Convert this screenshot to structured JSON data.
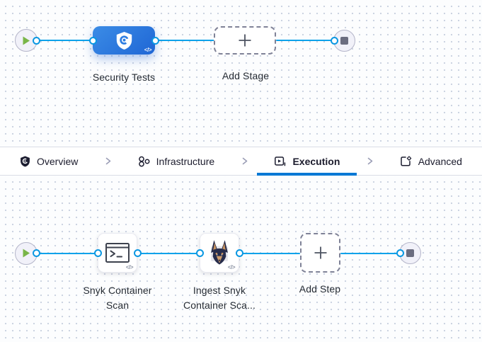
{
  "stage_canvas": {
    "stage_label": "Security Tests",
    "add_stage_label": "Add Stage",
    "code_badge": "</>"
  },
  "tabbar": {
    "tabs": [
      {
        "label": "Overview",
        "icon": "shield-icon",
        "active": false
      },
      {
        "label": "Infrastructure",
        "icon": "infrastructure-icon",
        "active": false
      },
      {
        "label": "Execution",
        "icon": "execution-icon",
        "active": true
      },
      {
        "label": "Advanced",
        "icon": "advanced-icon",
        "active": false
      }
    ]
  },
  "execution_canvas": {
    "steps": [
      {
        "label_lines": [
          "Snyk Container",
          "Scan"
        ],
        "icon": "terminal-icon",
        "code_badge": "</>"
      },
      {
        "label_lines": [
          "Ingest Snyk",
          "Container Sca..."
        ],
        "icon": "snyk-doberman-icon",
        "code_badge": "</>"
      }
    ],
    "add_step_label": "Add Step"
  },
  "icons": {
    "start_node": "play-icon",
    "end_node": "stop-icon",
    "connector": "port-dot",
    "add": "plus-icon",
    "tab_separator": "chevron-right-icon"
  },
  "colors": {
    "flow_line": "#0da2ea",
    "active_tab_underline": "#0278d5",
    "stage_gradient_start": "#3b8ce6",
    "stage_gradient_end": "#1f66d5",
    "play_green": "#79b548",
    "stop_gray": "#6b6d80",
    "canvas_dot": "#ccd3e2"
  }
}
